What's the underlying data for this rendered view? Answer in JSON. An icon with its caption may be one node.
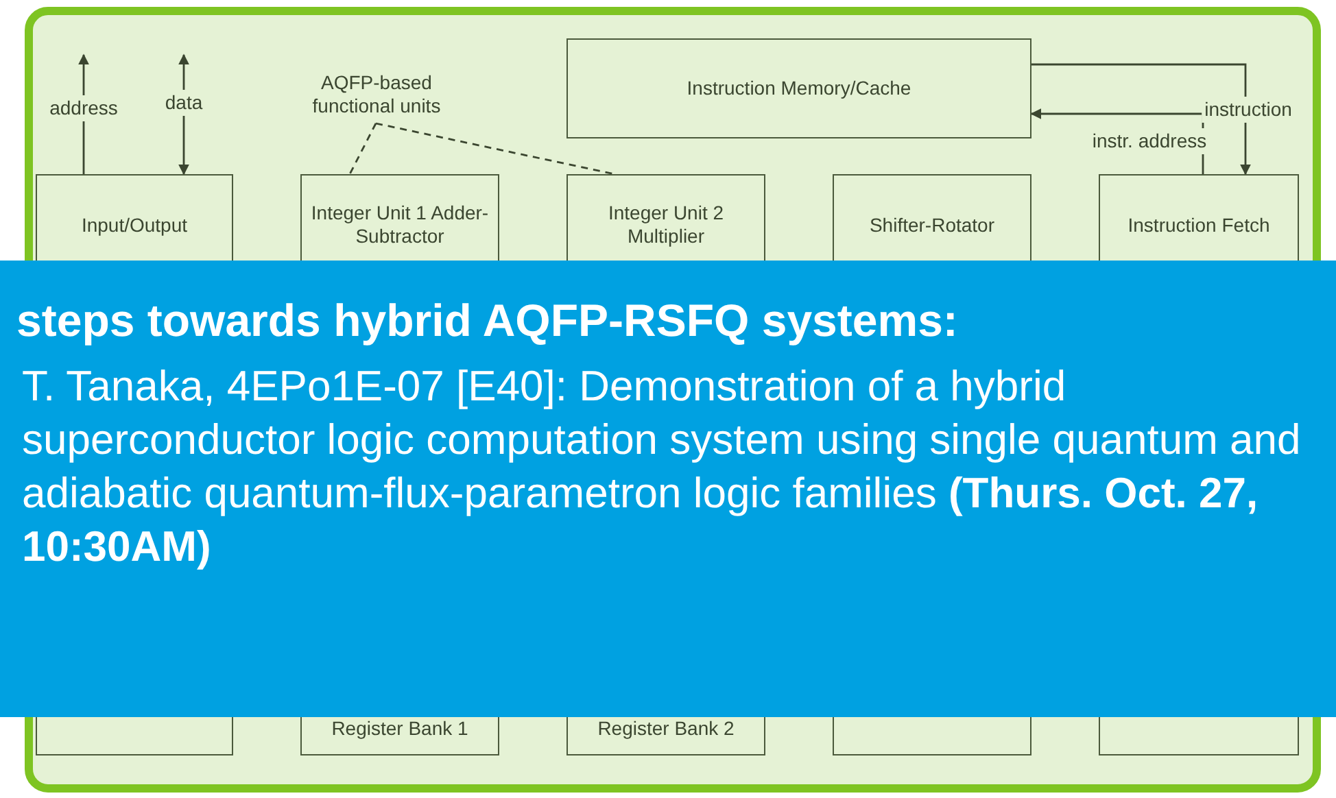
{
  "diagram": {
    "nodes": [
      {
        "text": [
          "AQFP-based functional units"
        ]
      },
      {
        "text": [
          "Instruction Memory/Cache"
        ]
      },
      {
        "text": [
          "Input/Output"
        ]
      },
      {
        "text": [
          "Integer Unit 1 Adder-Subtractor"
        ]
      },
      {
        "text": [
          "Integer Unit 2 Multiplier"
        ]
      },
      {
        "text": [
          "Shifter-Rotator"
        ]
      },
      {
        "text": [
          "Instruction Fetch"
        ]
      },
      {
        "text": [],
        "shape": "box"
      },
      {
        "text": [
          "Register Bank 1"
        ]
      },
      {
        "text": [
          "Register Bank 2"
        ]
      },
      {
        "text": [],
        "shape": "box"
      },
      {
        "text": [],
        "shape": "box"
      },
      {
        "text": [
          "steps towards hybrid AQFP-RSFQ systems:",
          "T. Tanaka, 4EPo1E-07 [E40]: Demonstration of a hybrid superconductor logic computation system using single quantum and adiabatic quantum-flux-parametron logic families **(Thurs. Oct. 27, 10:30AM)**"
        ]
      }
    ],
    "edges": [
      {
        "from": 2,
        "to": null,
        "arrow": "to",
        "label": "address"
      },
      {
        "from": null,
        "to": 2,
        "arrow": "both",
        "label": "data"
      },
      {
        "from": 0,
        "to": 3,
        "arrow": "none",
        "style": "dashed"
      },
      {
        "from": 0,
        "to": 4,
        "arrow": "none",
        "style": "dashed"
      },
      {
        "from": 1,
        "to": 6,
        "arrow": "to",
        "label": "instruction"
      },
      {
        "from": 6,
        "to": 1,
        "arrow": "to",
        "label": "instr. address"
      }
    ]
  }
}
